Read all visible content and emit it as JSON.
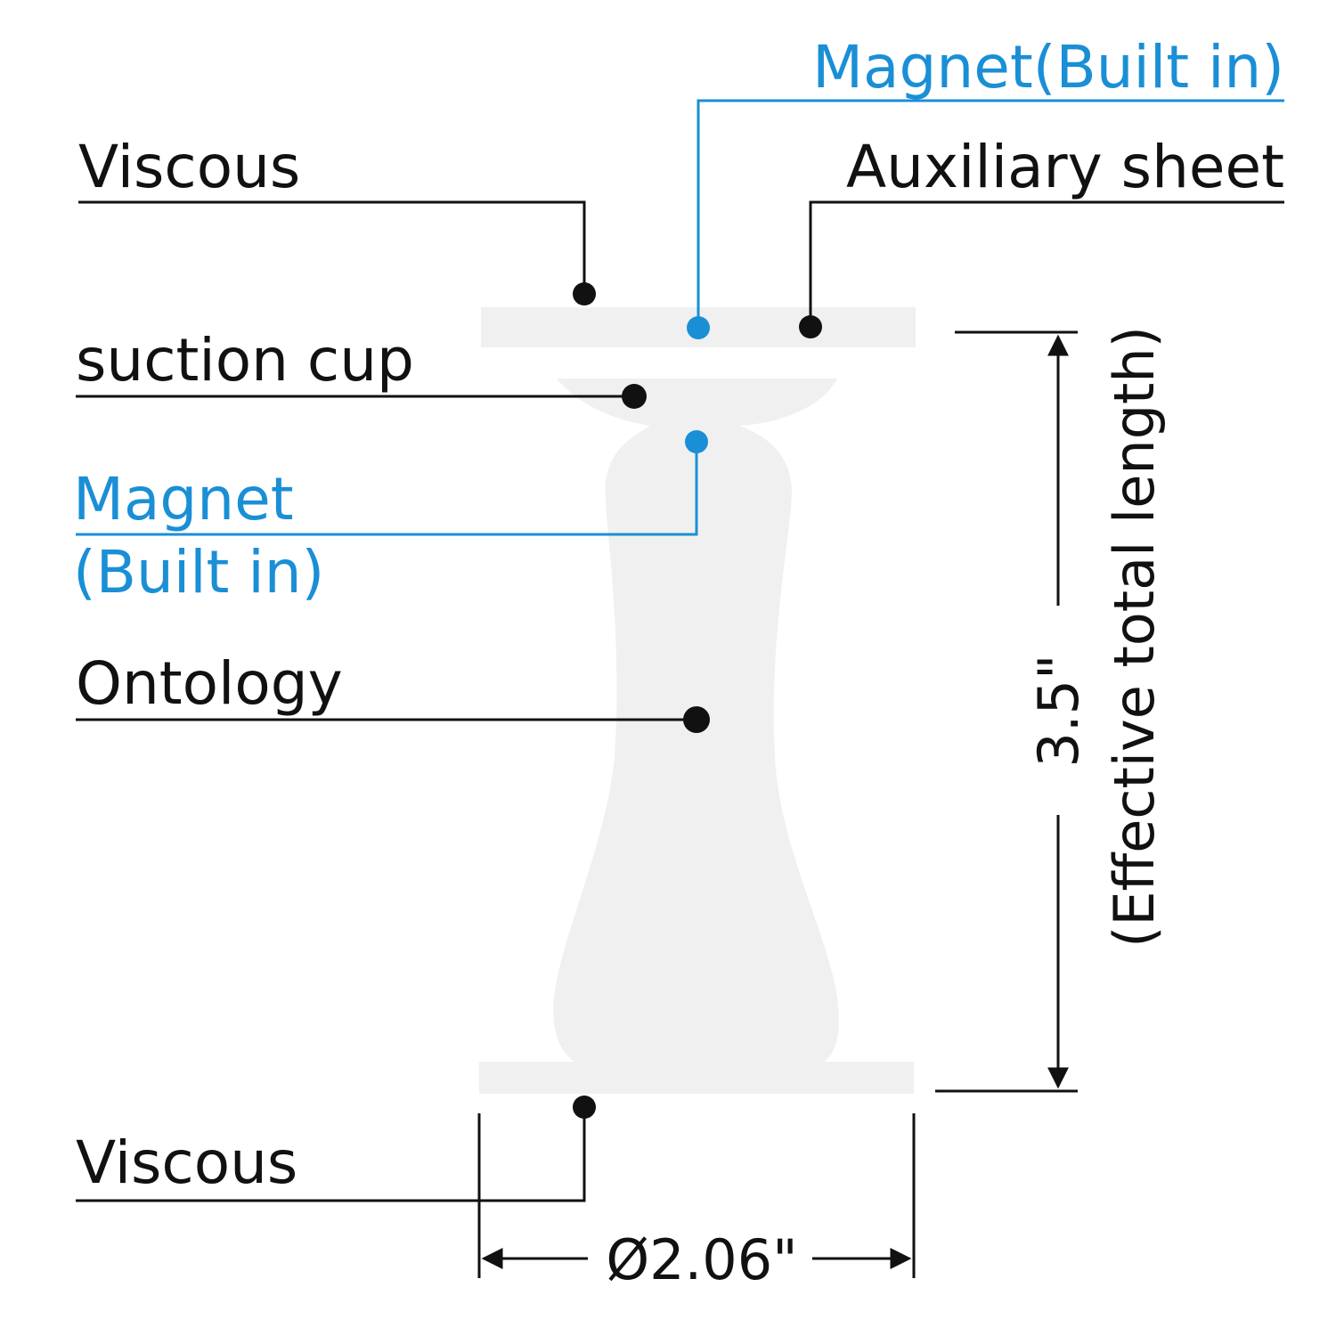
{
  "colors": {
    "ink": "#111111",
    "accent": "#1a8fd6",
    "part_fill": "#f0f0f0"
  },
  "labels": {
    "viscous_top": "Viscous",
    "magnet_top": "Magnet(Built in)",
    "auxiliary_sheet": "Auxiliary sheet",
    "suction_cup": "suction cup",
    "magnet_mid_line1": "Magnet",
    "magnet_mid_line2": "(Built in)",
    "ontology": "Ontology",
    "viscous_bottom": "Viscous"
  },
  "dimensions": {
    "height_value": "3.5\"",
    "height_note": "(Effective total length)",
    "diameter": "Ø2.06\""
  }
}
